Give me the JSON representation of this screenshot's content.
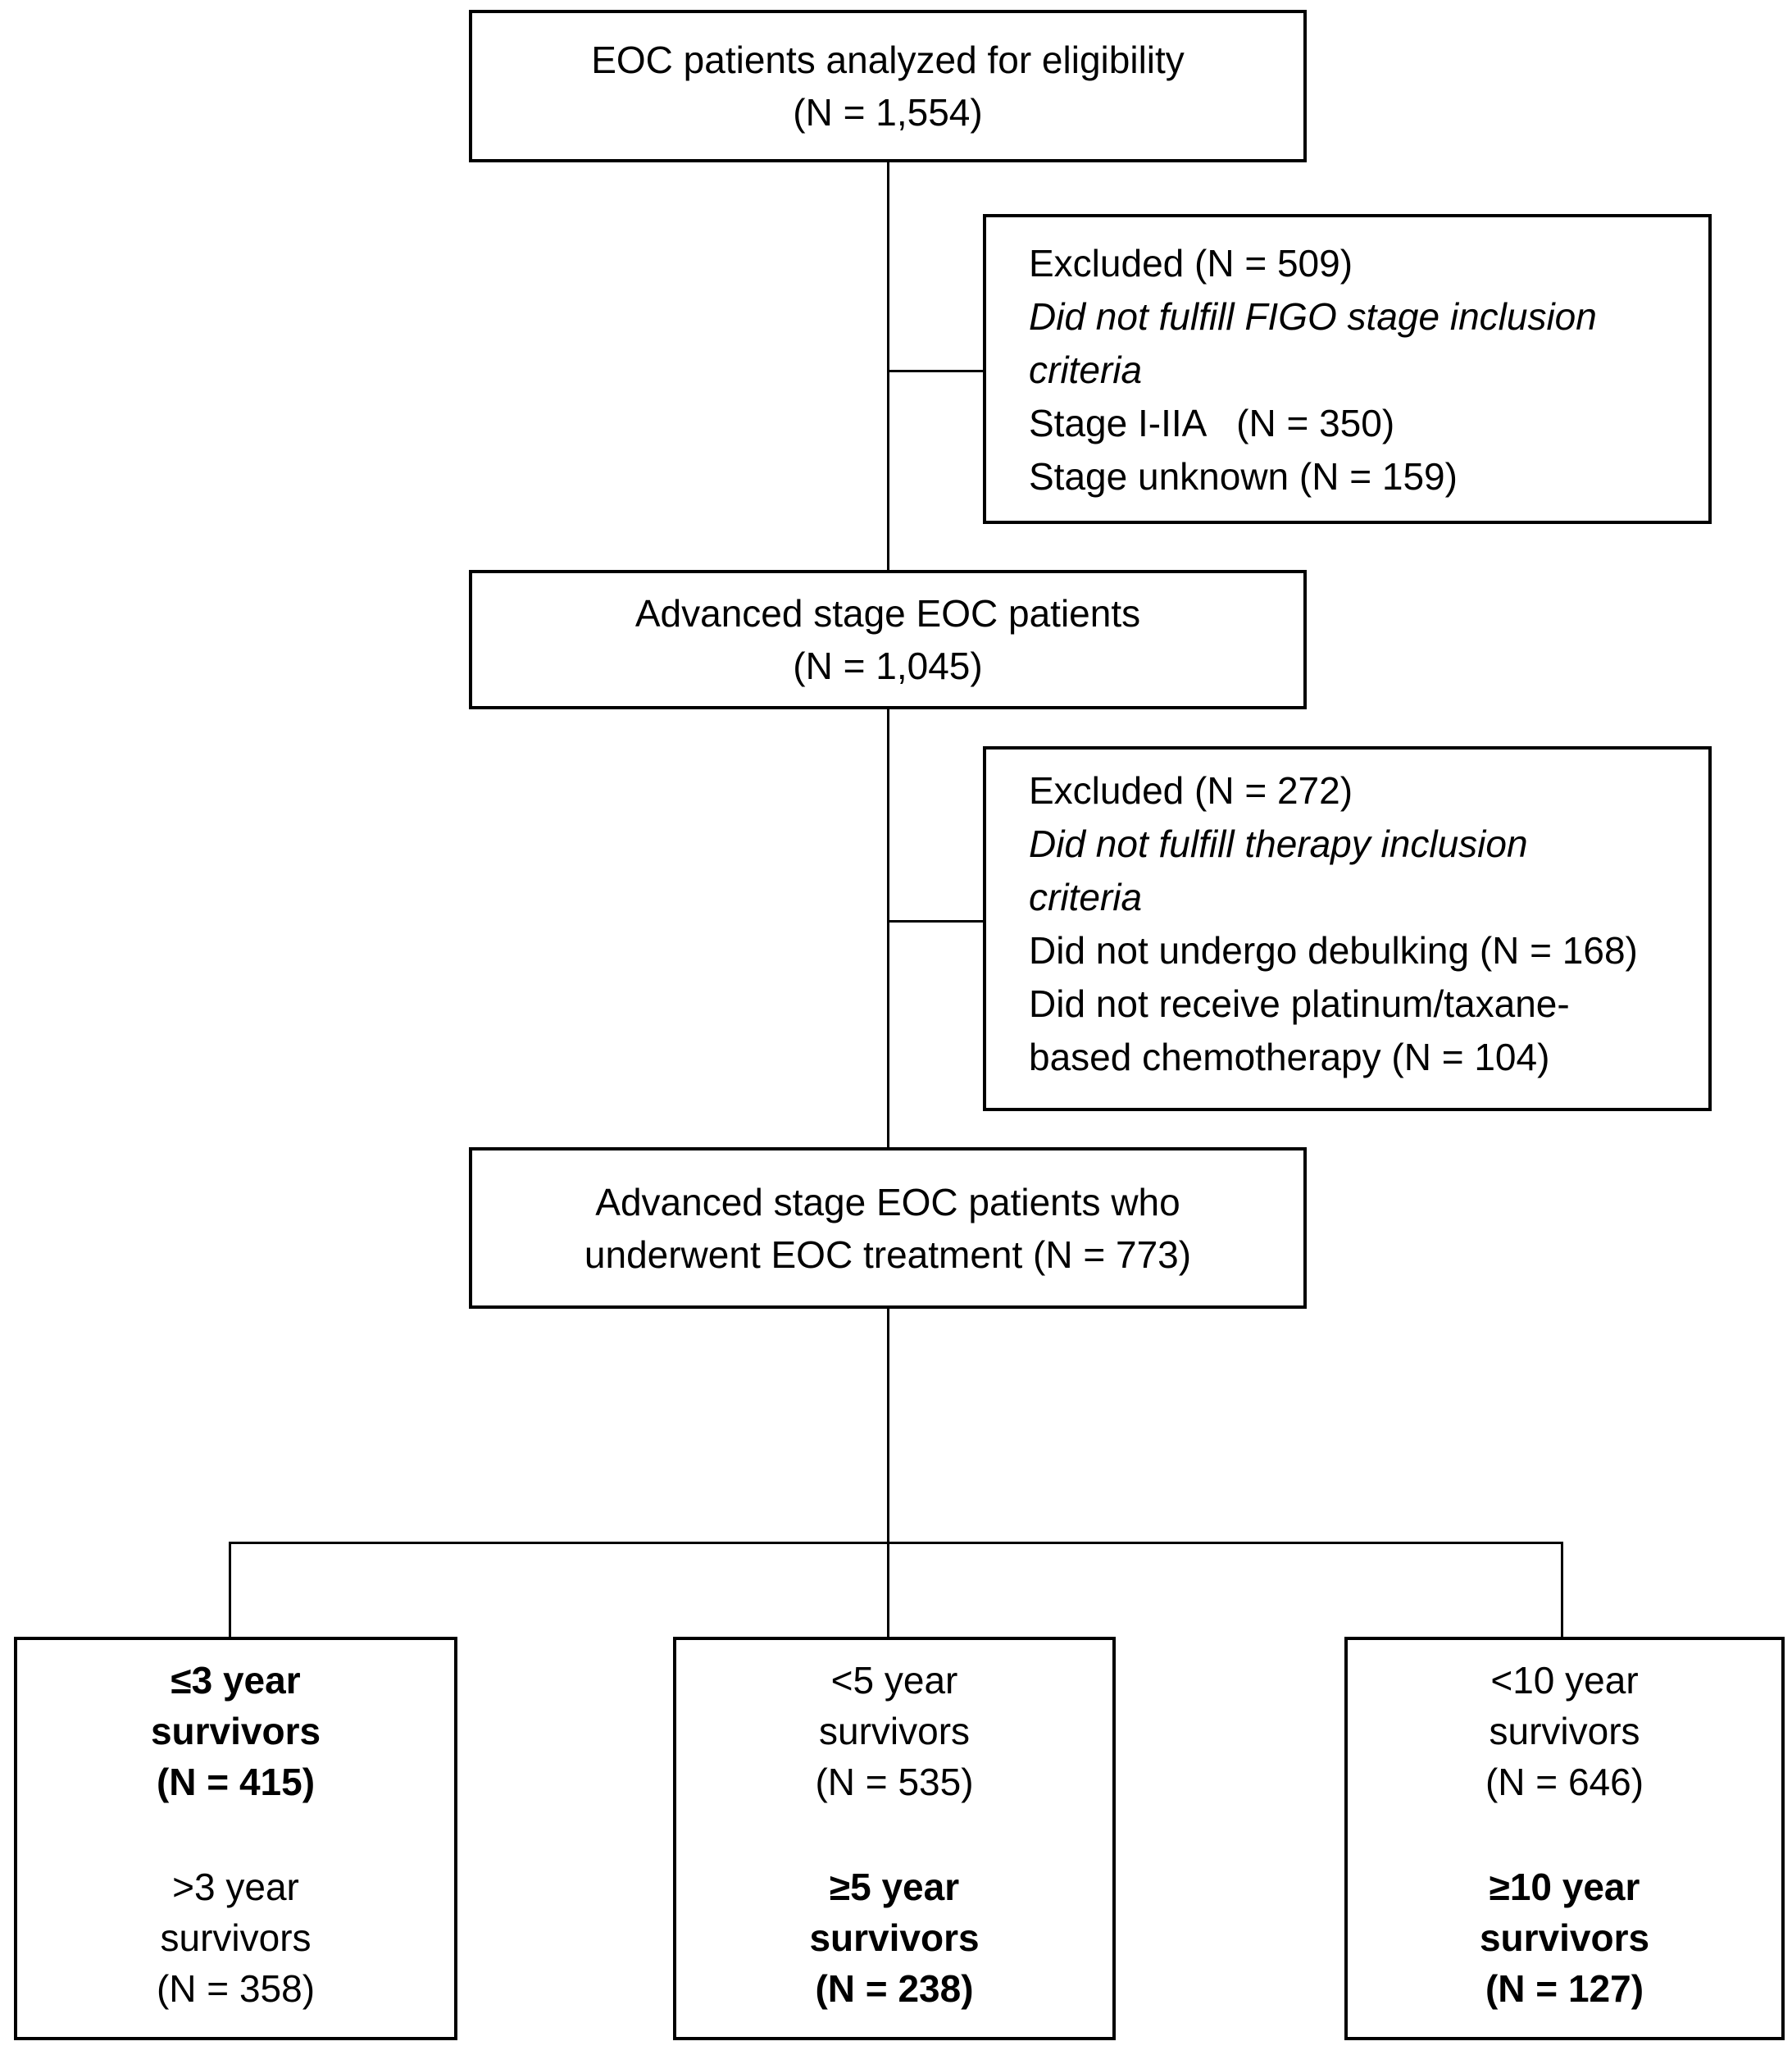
{
  "diagram": {
    "boxes": {
      "eligibility": {
        "lines": [
          "EOC patients analyzed for eligibility",
          "(N = 1,554)"
        ]
      },
      "excluded_figo": {
        "lines": [
          "Excluded (N = 509)",
          "Did not fulfill FIGO stage inclusion",
          "criteria",
          "Stage I-IIA   (N = 350)",
          "Stage unknown (N = 159)"
        ]
      },
      "advanced": {
        "lines": [
          "Advanced stage EOC patients",
          "(N = 1,045)"
        ]
      },
      "excluded_therapy": {
        "lines": [
          "Excluded (N = 272)",
          "Did not fulfill therapy inclusion",
          "criteria",
          "Did not undergo debulking (N = 168)",
          "Did not receive platinum/taxane-",
          "based chemotherapy (N = 104)"
        ]
      },
      "treated": {
        "lines": [
          "Advanced stage EOC patients who",
          "underwent EOC treatment (N = 773)"
        ]
      },
      "survivors_3yr": {
        "group1": [
          "≤3 year",
          "survivors",
          "(N = 415)"
        ],
        "group2": [
          ">3 year",
          "survivors",
          "(N = 358)"
        ]
      },
      "survivors_5yr": {
        "group1": [
          "<5 year",
          "survivors",
          "(N = 535)"
        ],
        "group2": [
          "≥5 year",
          "survivors",
          "(N = 238)"
        ]
      },
      "survivors_10yr": {
        "group1": [
          "<10 year",
          "survivors",
          "(N = 646)"
        ],
        "group2": [
          "≥10 year",
          "survivors",
          "(N = 127)"
        ]
      }
    },
    "colors": {
      "line": "#000000",
      "background": "#ffffff",
      "text": "#000000"
    }
  }
}
